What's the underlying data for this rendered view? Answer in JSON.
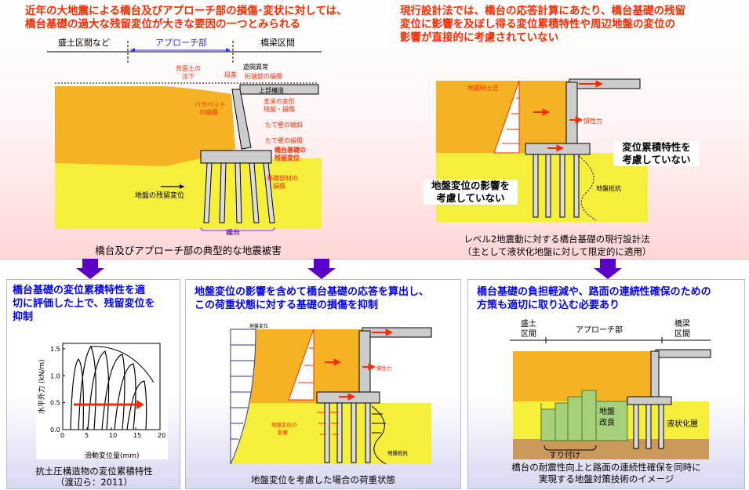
{
  "top_left": {
    "title_line1": "近年の大地震による橋台及びアプローチ部の損傷･変状に対しては、",
    "title_line2": "橋台基礎の過大な残留変位が大きな要因の一つとみられる",
    "zone_embankment": "盛土区間など",
    "zone_approach": "アプローチ部",
    "zone_bridge": "橋梁区間",
    "label_subsidence": "背面土の\n沈下",
    "label_step": "段差",
    "label_movement": "遊間異常",
    "label_girder_end": "桁端部の損傷",
    "label_superstructure": "上部構造",
    "label_bearing": "支承の変形\n残留・損傷",
    "label_parapet": "パラペット\nの損傷",
    "label_wall_tilt": "たて壁の傾斜",
    "label_wall_damage": "たて壁の損傷",
    "label_foundation_disp": "橋台基礎の\n残留変位",
    "label_foundation_member": "基礎部材の\n損傷",
    "label_ground_disp": "地盤の残留変位",
    "label_abutment": "橋台",
    "caption": "橋台及びアプローチ部の典型的な地震被害"
  },
  "top_right": {
    "title_line1": "現行設計法では、橋台の応答計算にあたり、橋台基礎の残留",
    "title_line2": "変位に影響を及ぼし得る変位累積特性や周辺地盤の変位の",
    "title_line3": "影響が直接的に考慮されていない",
    "label_seismic_earth": "地震時土圧",
    "label_inertia": "慣性力",
    "label_reaction": "地盤抵抗",
    "callout_cumulative_1": "変位累積特性を",
    "callout_cumulative_2": "考慮していない",
    "callout_ground_1": "地盤変位の影響を",
    "callout_ground_2": "考慮していない",
    "caption_line1": "レベル2地震動に対する橋台基礎の現行設計法",
    "caption_line2": "（主として液状化地盤に対して限定的に適用）"
  },
  "panel1": {
    "title_line1": "橋台基礎の変位累積特性を適",
    "title_line2": "切に評価した上で、残留変位を",
    "title_line3": "抑制",
    "y_label": "水平外力 (kN/m)",
    "x_label": "滑動変位量(mm)",
    "caption_line1": "抗土圧構造物の変位累積特性",
    "caption_line2": "（渡辺ら：2011）"
  },
  "panel2": {
    "title_line1": "地盤変位の影響を含めて橋台基礎の応答を算出し、",
    "title_line2": "この荷重状態に対する基礎の損傷を抑制",
    "label_ground_disp": "地盤変位",
    "label_inertia": "慣性力",
    "label_ground_effect": "地盤変位の\n影響",
    "label_reaction": "地盤抵抗",
    "caption": "地盤変位を考慮した場合の荷重状態"
  },
  "panel3": {
    "title_line1": "橋台基礎の負担軽減や、路面の連続性確保のための",
    "title_line2": "方策も適切に取り込む必要あり",
    "zone_embankment": "盛土\n区間",
    "zone_approach": "アプローチ部",
    "zone_bridge": "橋梁\n区間",
    "label_improvement": "地盤\n改良",
    "label_liquefaction": "液状化層",
    "label_taper": "すり付け",
    "caption_line1": "橋台の耐震性向上と路面の連続性確保を同時に",
    "caption_line2": "実現する地盤対策技術のイメージ"
  },
  "chart_data": {
    "type": "line",
    "x_ticks": [
      "0",
      "5",
      "10",
      "15",
      "20"
    ],
    "y_ticks": [
      "0.0",
      "0.5",
      "1.0",
      "1.5"
    ],
    "xlim": [
      0,
      20
    ],
    "ylim": [
      0,
      1.6
    ],
    "xlabel": "滑動変位量(mm)",
    "ylabel": "水平外力 (kN/m)"
  },
  "colors": {
    "red_title": "#ff2a00",
    "blue_title": "#0000ff",
    "soil_orange": "#f5b324",
    "ground_yellow": "#f5ee3a",
    "concrete": "#cccccc",
    "arrow_purple": "#5a00c8",
    "improvement_green": "#a6d07a",
    "taper_brown": "#c99a5a"
  }
}
